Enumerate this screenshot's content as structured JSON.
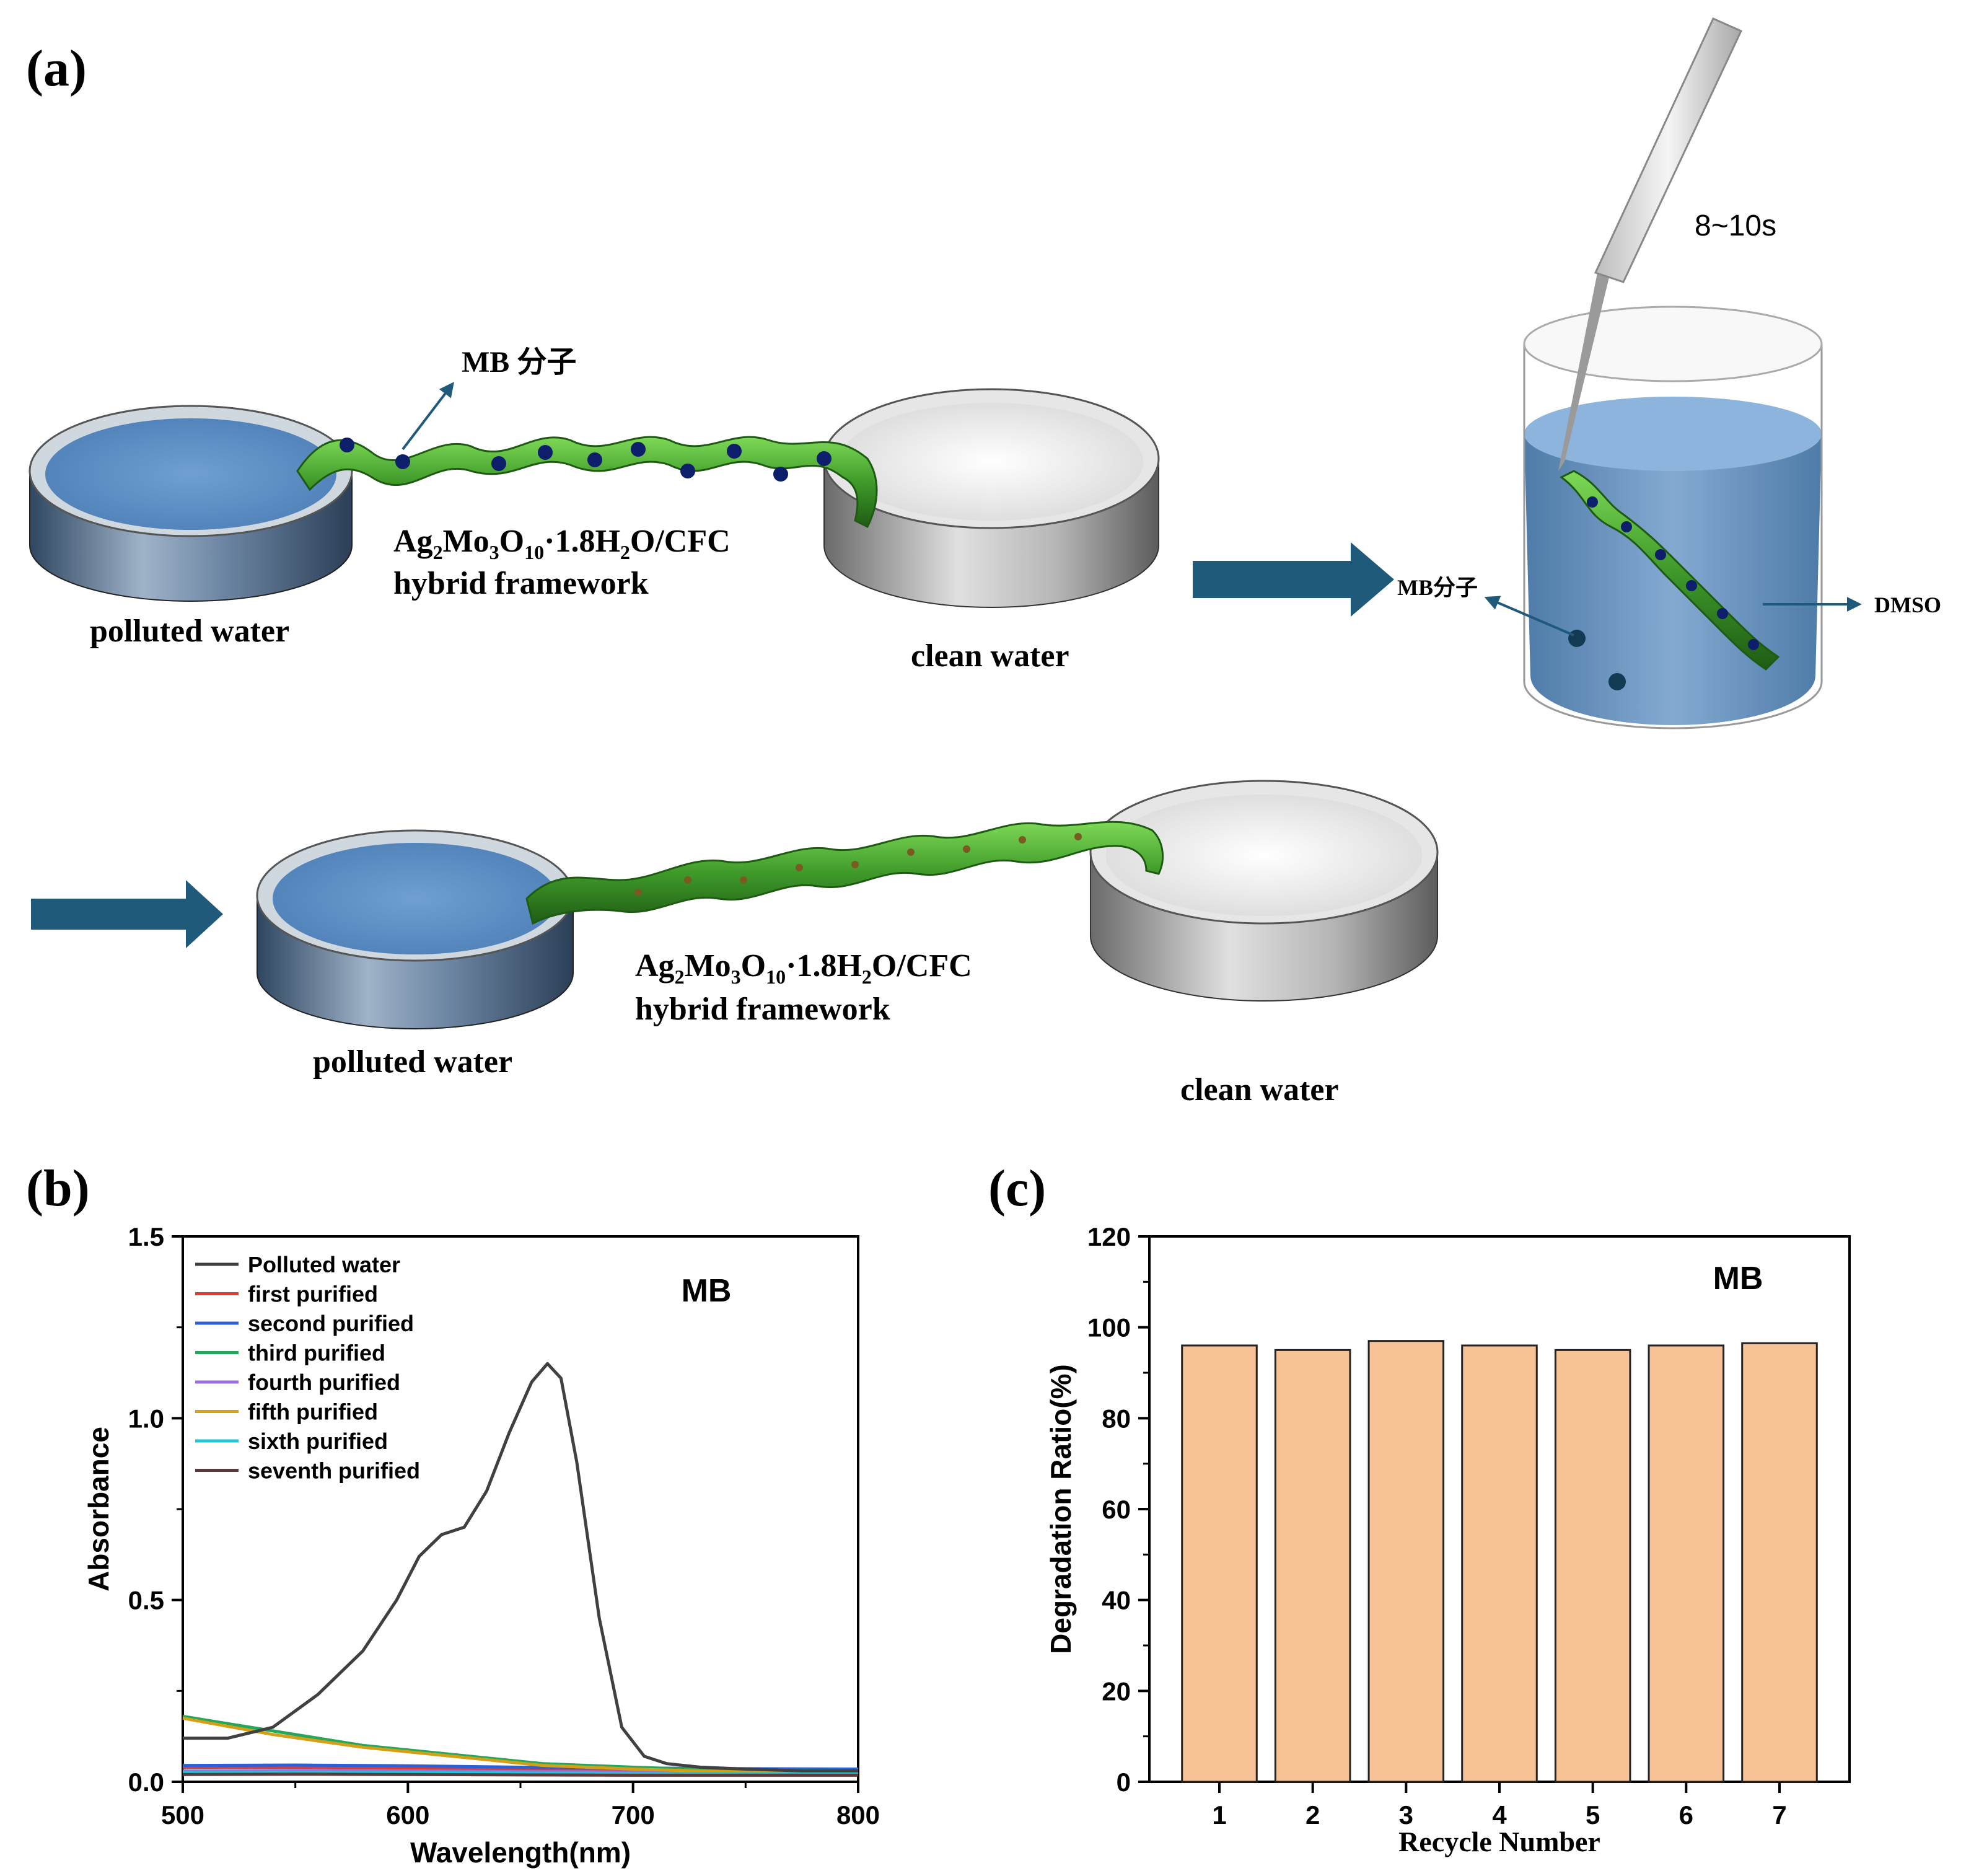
{
  "panel_a": {
    "label": "(a)",
    "top_row": {
      "mb_label": "MB 分子",
      "framework_line1_parts": [
        "Ag",
        "2",
        "Mo",
        "3",
        "O",
        "10",
        "·1.8H",
        "2",
        "O/CFC"
      ],
      "framework_line2": "hybrid framework",
      "polluted_label": "polluted water",
      "clean_label": "clean water"
    },
    "beaker": {
      "time_label": "8~10s",
      "mb_label": "MB分子",
      "solvent_label": "DMSO"
    },
    "bottom_row": {
      "framework_line1_parts": [
        "Ag",
        "2",
        "Mo",
        "3",
        "O",
        "10",
        "·1.8H",
        "2",
        "O/CFC"
      ],
      "framework_line2": "hybrid framework",
      "polluted_label": "polluted water",
      "clean_label": "clean water"
    },
    "colors": {
      "water_blue": "#5b8fc6",
      "dish_body": "#3d5470",
      "arrow": "#1f5a7a",
      "ribbon_green": "#3f9a2a",
      "molecule": "#0d1f6b"
    }
  },
  "panel_b": {
    "label": "(b)",
    "annotation": "MB"
  },
  "panel_c": {
    "label": "(c)",
    "annotation": "MB"
  },
  "chart_data": [
    {
      "type": "line",
      "xlabel": "Wavelength(nm)",
      "ylabel": "Absorbance",
      "xlim": [
        500,
        800
      ],
      "ylim": [
        0.0,
        1.5
      ],
      "xticks": [
        "500",
        "600",
        "700",
        "800"
      ],
      "yticks": [
        "0.0",
        "0.5",
        "1.0",
        "1.5"
      ],
      "legend_position": "top-left",
      "grid": false,
      "series": [
        {
          "name": "Polluted water",
          "color": "#404040",
          "x": [
            500,
            520,
            540,
            560,
            580,
            595,
            605,
            615,
            625,
            635,
            645,
            655,
            662,
            668,
            675,
            685,
            695,
            705,
            715,
            730,
            750,
            775,
            800
          ],
          "y": [
            0.12,
            0.12,
            0.15,
            0.24,
            0.36,
            0.5,
            0.62,
            0.68,
            0.7,
            0.8,
            0.96,
            1.1,
            1.15,
            1.11,
            0.88,
            0.45,
            0.15,
            0.07,
            0.05,
            0.04,
            0.035,
            0.03,
            0.03
          ]
        },
        {
          "name": "first purified",
          "color": "#e03c31",
          "x": [
            500,
            550,
            600,
            650,
            700,
            750,
            800
          ],
          "y": [
            0.04,
            0.04,
            0.038,
            0.035,
            0.033,
            0.032,
            0.032
          ]
        },
        {
          "name": "second purified",
          "color": "#2d5fd6",
          "x": [
            500,
            550,
            600,
            650,
            700,
            750,
            800
          ],
          "y": [
            0.045,
            0.046,
            0.044,
            0.04,
            0.038,
            0.036,
            0.035
          ]
        },
        {
          "name": "third purified",
          "color": "#26a65b",
          "x": [
            500,
            540,
            580,
            620,
            660,
            700,
            740,
            800
          ],
          "y": [
            0.18,
            0.14,
            0.1,
            0.075,
            0.05,
            0.04,
            0.032,
            0.03
          ]
        },
        {
          "name": "fourth purified",
          "color": "#9b6de0",
          "x": [
            500,
            550,
            600,
            650,
            700,
            750,
            800
          ],
          "y": [
            0.03,
            0.031,
            0.03,
            0.028,
            0.027,
            0.026,
            0.026
          ]
        },
        {
          "name": "fifth purified",
          "color": "#d4a017",
          "x": [
            500,
            540,
            580,
            620,
            660,
            700,
            740,
            800
          ],
          "y": [
            0.175,
            0.13,
            0.095,
            0.07,
            0.045,
            0.035,
            0.028,
            0.025
          ]
        },
        {
          "name": "sixth purified",
          "color": "#1fc6d4",
          "x": [
            500,
            550,
            600,
            650,
            700,
            750,
            800
          ],
          "y": [
            0.025,
            0.026,
            0.025,
            0.024,
            0.023,
            0.022,
            0.022
          ]
        },
        {
          "name": "seventh purified",
          "color": "#5a3a3a",
          "x": [
            500,
            550,
            600,
            650,
            700,
            750,
            800
          ],
          "y": [
            0.02,
            0.021,
            0.02,
            0.019,
            0.018,
            0.018,
            0.018
          ]
        }
      ]
    },
    {
      "type": "bar",
      "xlabel": "Recycle Number",
      "ylabel": "Degradation Ratio(%)",
      "ylim": [
        0,
        120
      ],
      "yticks": [
        "0",
        "20",
        "40",
        "60",
        "80",
        "100",
        "120"
      ],
      "categories": [
        "1",
        "2",
        "3",
        "4",
        "5",
        "6",
        "7"
      ],
      "values": [
        96,
        95,
        97,
        96,
        95,
        96,
        96.5
      ],
      "bar_color": "#f7c295",
      "grid": false
    }
  ]
}
